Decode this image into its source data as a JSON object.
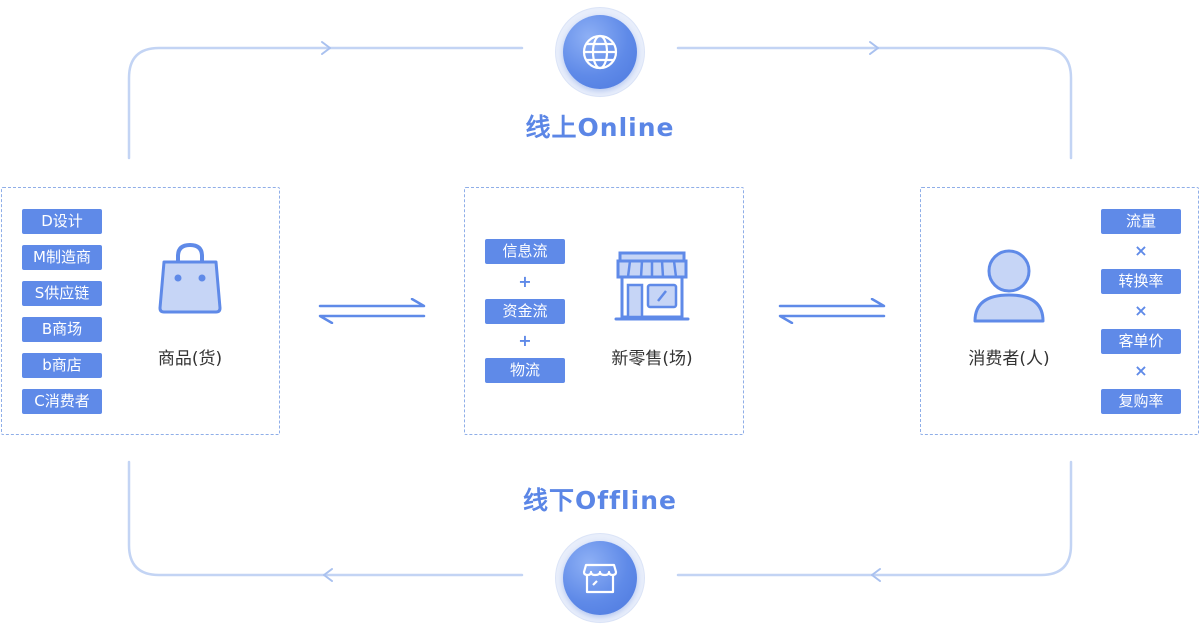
{
  "online": {
    "label": "线上Online",
    "icon": "globe-icon"
  },
  "offline": {
    "label": "线下Offline",
    "icon": "storefront-icon"
  },
  "goods": {
    "caption": "商品(货)",
    "icon": "shopping-bag-icon",
    "tags": [
      "D设计",
      "M制造商",
      "S供应链",
      "B商场",
      "b商店",
      "C消费者"
    ]
  },
  "retail": {
    "caption": "新零售(场)",
    "icon": "shop-icon",
    "flows": [
      "信息流",
      "资金流",
      "物流"
    ],
    "operator": "+"
  },
  "consumer": {
    "caption": "消费者(人)",
    "icon": "person-icon",
    "factors": [
      "流量",
      "转换率",
      "客单价",
      "复购率"
    ],
    "operator": "×"
  },
  "colors": {
    "accent": "#5f8ae8",
    "line": "#c3d4f4",
    "border": "#8faee8"
  }
}
